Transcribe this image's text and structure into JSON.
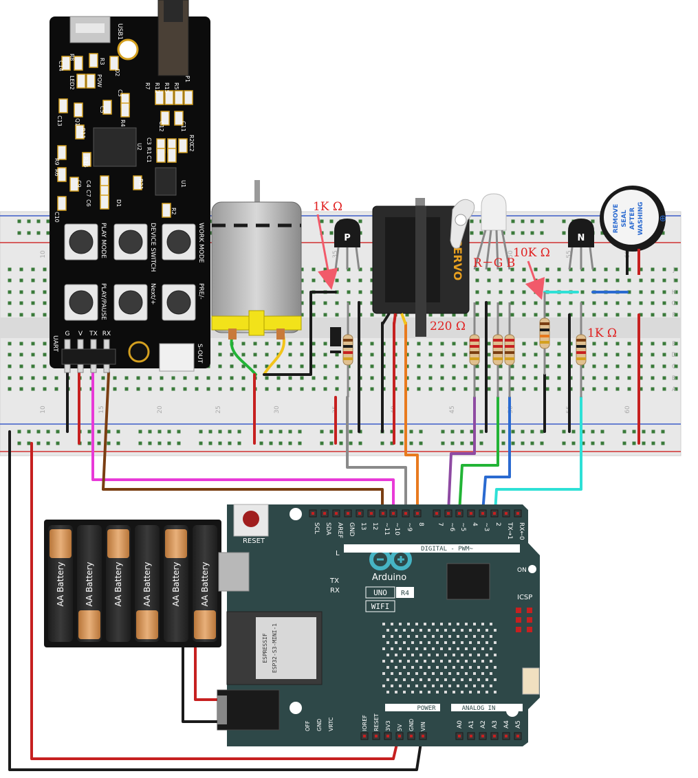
{
  "mp3_module": {
    "usb_label": "USB1",
    "component_labels": [
      "C14",
      "R8",
      "R3",
      "D2",
      "LED2",
      "POW",
      "C3",
      "C5",
      "R4",
      "R7",
      "R12",
      "R15",
      "R5",
      "P1",
      "C13",
      "Q1",
      "R11",
      "U2",
      "C12",
      "C11",
      "R20",
      "C2",
      "C3",
      "R1",
      "C1",
      "R16",
      "R9",
      "R6",
      "C9",
      "C4",
      "C7",
      "C6",
      "R21",
      "U1",
      "D1",
      "R2",
      "C10"
    ],
    "buttons": [
      "PLAY MODE",
      "DEVICE SWITCH",
      "WORK MODE",
      "PLAY/PAUSE",
      "Next/+",
      "PRE/-"
    ],
    "uart_label": "UART",
    "uart_pins": [
      "G",
      "V",
      "TX",
      "RX"
    ],
    "sout_label": "S-OUT"
  },
  "breadboard": {
    "column_numbers": [
      "10",
      "15",
      "20",
      "25",
      "30",
      "35",
      "40",
      "45",
      "50",
      "55",
      "60"
    ],
    "row_letters_top": [
      "J",
      "I",
      "H",
      "G",
      "F"
    ],
    "row_letters_bottom": [
      "E",
      "D",
      "C",
      "B",
      "A"
    ]
  },
  "annotations": {
    "r1": "1K Ω",
    "r2": "220 Ω",
    "r3": "10K Ω",
    "r4": "1K Ω",
    "rgb": "R－G B"
  },
  "components": {
    "pnp_label": "P",
    "npn_label": "N",
    "servo_label": "SERVO",
    "buzzer_text": [
      "REMOVE",
      "SEAL",
      "AFTER",
      "WASHING"
    ],
    "buzzer_plus": "⊕"
  },
  "battery": {
    "cells": [
      "AA Battery",
      "AA Battery",
      "AA Battery",
      "AA Battery",
      "AA Battery",
      "AA Battery"
    ]
  },
  "arduino": {
    "reset_label": "RESET",
    "digital_top": [
      "SCL",
      "SDA",
      "AREF",
      "GND",
      "13",
      "12",
      "~11",
      "~10",
      "~9",
      "8",
      "7",
      "~6",
      "~5",
      "4",
      "~3",
      "2",
      "TX→1",
      "RX←0"
    ],
    "digital_label": "DIGITAL - PWM~",
    "brand": "Arduino",
    "led_l": "L",
    "tx": "TX",
    "rx": "RX",
    "model": "UNO",
    "rev": "R4",
    "wifi": "WIFI",
    "on": "ON",
    "icsp": "ICSP",
    "module_lines": [
      "ESPRESSIF",
      "ESP32-S3-MINI-1"
    ],
    "power_label": "POWER",
    "analog_label": "ANALOG IN",
    "power_pins": [
      "OFF",
      "GND",
      "VRTC",
      "IOREF",
      "RESET",
      "3V3",
      "5V",
      "GND",
      "VIN"
    ],
    "analog_pins": [
      "A0",
      "A1",
      "A2",
      "A3",
      "A4",
      "A5"
    ]
  },
  "colors": {
    "arduino_board": "#2e4848",
    "breadboard": "#e8e8e8",
    "red_wire": "#c62020",
    "black_wire": "#1a1a1a",
    "pink_wire": "#e83ad8",
    "brown_wire": "#7a3e12",
    "orange_wire": "#e87a1e",
    "gray_wire": "#8a8a8a",
    "purple_wire": "#8e4aa2",
    "green_wire": "#22b436",
    "blue_wire": "#2a6ad0",
    "cyan_wire": "#2ee0d6",
    "yellow_wire": "#f2c41a",
    "annotation_red": "#e02020"
  }
}
